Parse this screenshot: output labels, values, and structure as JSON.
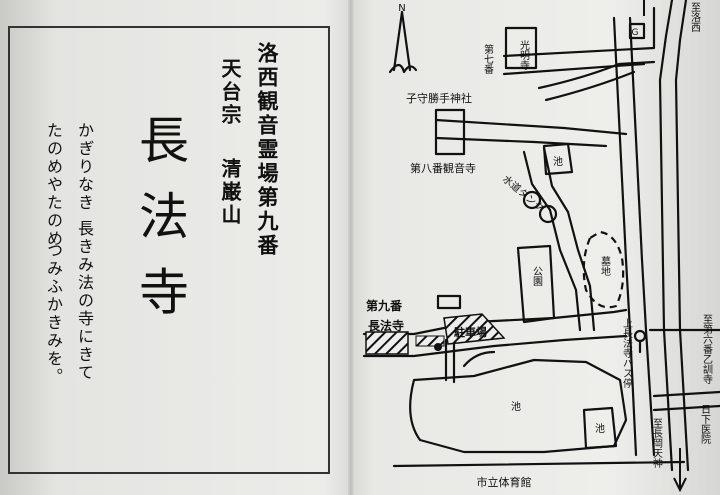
{
  "leaflet": {
    "series_title": "洛西観音霊場第九番",
    "sect": "天台宗",
    "mountain": "清巌山",
    "temple_name": "長法寺",
    "poem": {
      "line1": "かぎりなき",
      "line2": "長きみ法の寺にきて",
      "line3": "たのめやたのめ",
      "line4": "つみふかきみを。"
    }
  },
  "map": {
    "north": "N",
    "labels": {
      "to_rakusai": "至洛西",
      "g_marker": "G",
      "komyoji": "光明寺",
      "no7": "第七番",
      "kamori_shrine": "子守勝手神社",
      "no8": "第八番観音寺",
      "pond_top": "池",
      "water_tank": "水道タンク",
      "cemetery": "墓地",
      "park": "公園",
      "no9": "第九番",
      "chohoji": "長法寺",
      "parking": "駐車場",
      "bus_stop": "上長法寺バス停",
      "to_no6": "至第六番乙訓寺",
      "kusaka_clinic": "日下医院",
      "to_nagaoka_tenjin": "至長岡天神",
      "pond_mid": "池",
      "pond_bottom": "池",
      "gym": "市立体育館"
    }
  }
}
